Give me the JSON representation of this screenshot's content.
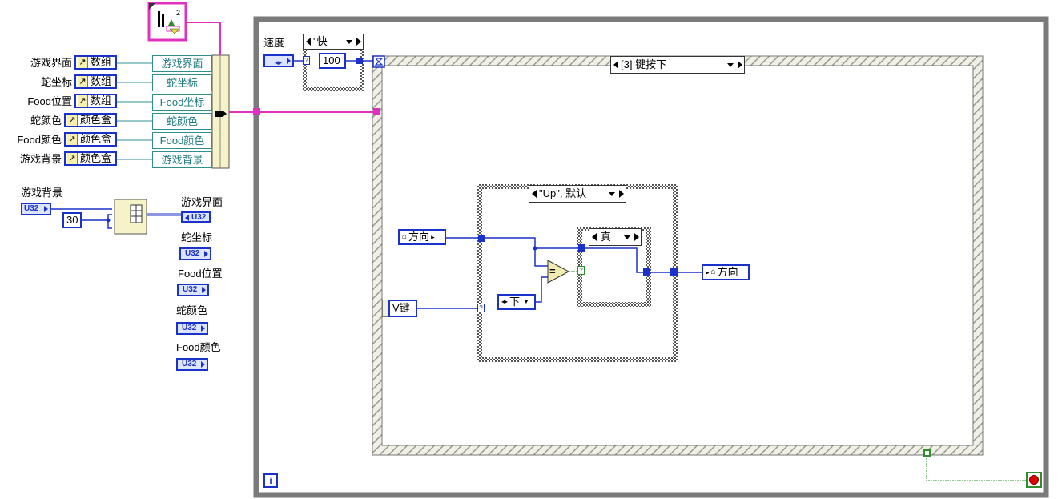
{
  "colors": {
    "wire_blue": "#1a32c8",
    "wire_pink": "#e030c0",
    "wire_green": "#2f8f2f",
    "loop_gray": "#7a7a7a",
    "case_border": "#555555",
    "bundle_teal": "#1a7a80"
  },
  "left_controls": [
    {
      "label": "游戏界面",
      "type": "数组"
    },
    {
      "label": "蛇坐标",
      "type": "数组"
    },
    {
      "label": "Food位置",
      "type": "数组"
    },
    {
      "label": "蛇颜色",
      "type": "颜色盒"
    },
    {
      "label": "Food颜色",
      "type": "颜色盒"
    },
    {
      "label": "游戏背景",
      "type": "颜色盒"
    }
  ],
  "bundle_fields": [
    "游戏界面",
    "蛇坐标",
    "Food坐标",
    "蛇颜色",
    "Food颜色",
    "游戏背景"
  ],
  "init": {
    "background_label": "游戏背景",
    "background_type": "U32",
    "size_const": "30",
    "indicators": [
      {
        "label": "游戏界面",
        "type": "U32"
      },
      {
        "label": "蛇坐标",
        "type": "U32"
      },
      {
        "label": "Food位置",
        "type": "U32"
      },
      {
        "label": "蛇颜色",
        "type": "U32"
      },
      {
        "label": "Food颜色",
        "type": "U32"
      }
    ]
  },
  "event_ref_count": "2",
  "speed": {
    "label": "速度",
    "case_value": "\"快",
    "wait_ms": "100"
  },
  "event_case": {
    "selector": "[3] 键按下"
  },
  "inner_case": {
    "selector": "\"Up\", 默认"
  },
  "bool_case": {
    "selector": "真"
  },
  "local_in": "方向",
  "local_out": "方向",
  "vkey": "V键",
  "down_const": "下",
  "compare": "=",
  "loop_index": "i",
  "terminal_q": "?"
}
